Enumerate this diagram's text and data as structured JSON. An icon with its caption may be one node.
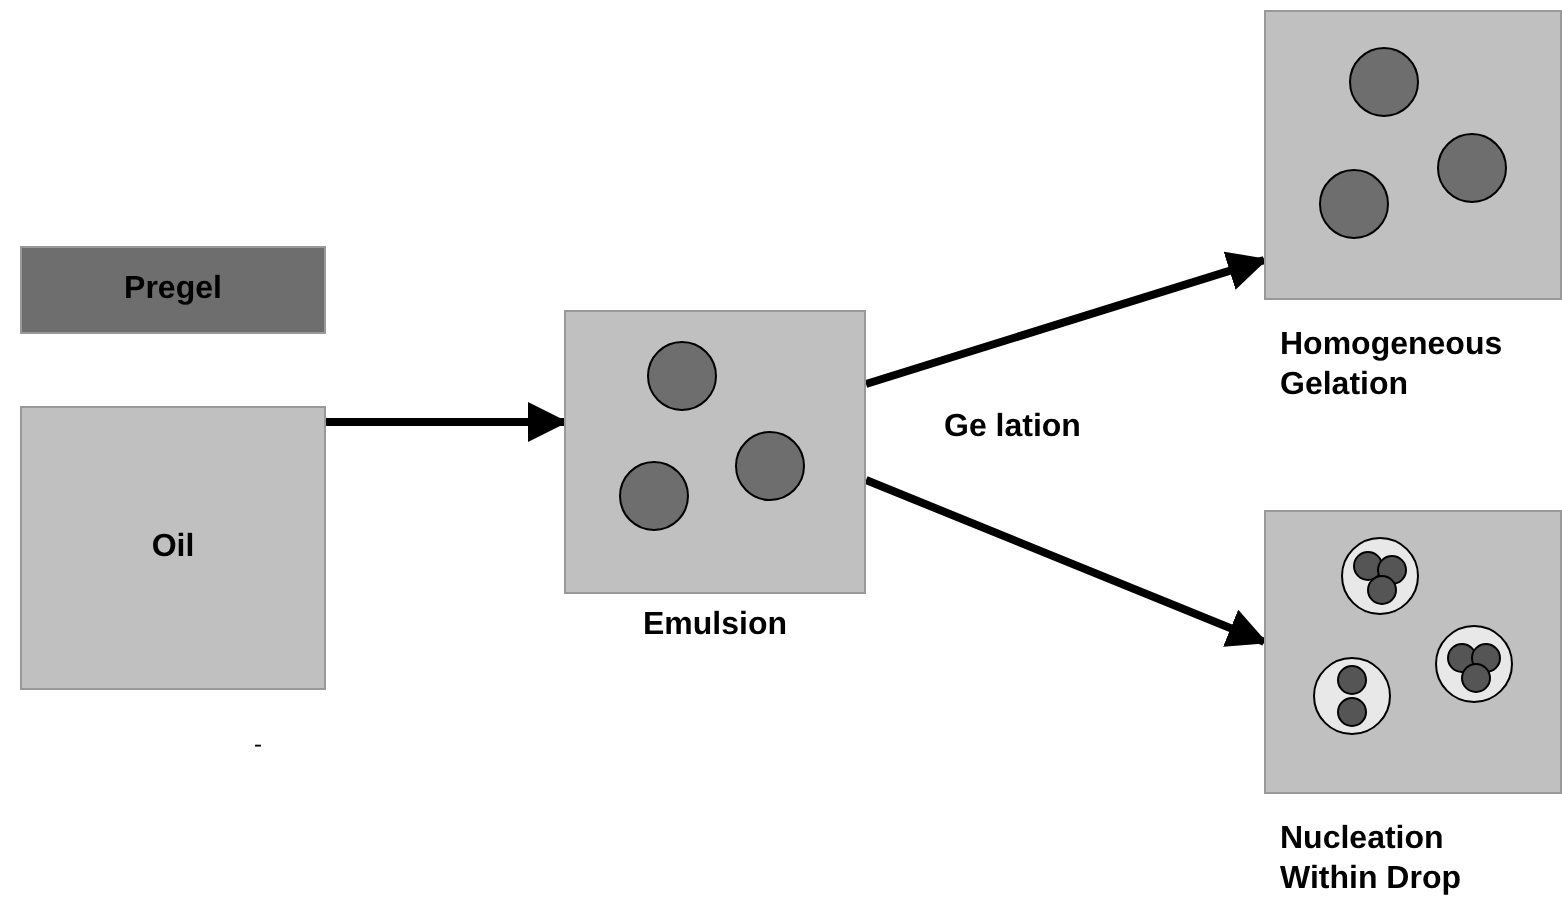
{
  "diagram": {
    "nodes": [
      {
        "text": [
          "Pregel"
        ]
      },
      {
        "text": [
          "Oil"
        ]
      },
      {
        "text": [],
        "shape": "box",
        "beside": [
          "Emulsion"
        ]
      },
      {
        "text": [],
        "shape": "box",
        "beside": [
          "Homogeneous Gelation"
        ]
      },
      {
        "text": [],
        "shape": "box",
        "beside": [
          "Nucleation Within Drop"
        ]
      }
    ],
    "edges": [
      {
        "from": 1,
        "to": 2,
        "arrow": "to"
      },
      {
        "from": 2,
        "to": 3,
        "arrow": "to"
      },
      {
        "from": 2,
        "to": 4,
        "arrow": "to"
      }
    ],
    "labels": [
      "Ge lation",
      "-"
    ]
  }
}
